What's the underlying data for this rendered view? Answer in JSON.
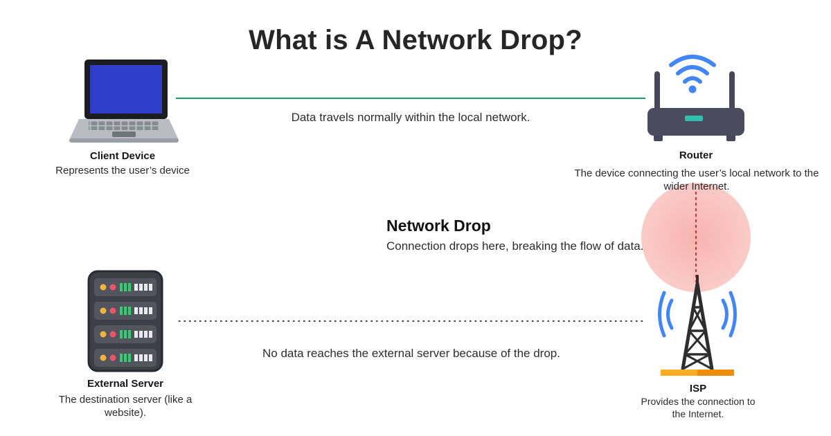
{
  "title": "What is A Network Drop?",
  "flow_top": {
    "caption": "Data travels normally within the local network."
  },
  "flow_bottom": {
    "caption": "No data reaches the external server because of the drop."
  },
  "drop": {
    "heading": "Network Drop",
    "description": "Connection drops here, breaking the flow of data."
  },
  "nodes": {
    "client": {
      "label": "Client Device",
      "description": "Represents the user’s device"
    },
    "router": {
      "label": "Router",
      "description": "The device connecting the user’s local network to the wider Internet."
    },
    "server": {
      "label": "External Server",
      "description": "The destination server (like a website)."
    },
    "isp": {
      "label": "ISP",
      "description": "Provides the connection to the Internet."
    }
  },
  "icons": {
    "client": "laptop-icon",
    "router": "wifi-router-icon",
    "server": "server-rack-icon",
    "isp": "radio-tower-icon"
  },
  "colors": {
    "local_link_green": "#18a05a",
    "broken_link_dot": "#3c3c3c",
    "drop_circle_pink": "#f48d86",
    "drop_dash_red": "#d62f2f",
    "signal_blue": "#4285f4",
    "isp_base_orange": "#f59f0b",
    "laptop_screen_blue": "#2f3ecb",
    "device_gray": "#4b4b5e"
  }
}
